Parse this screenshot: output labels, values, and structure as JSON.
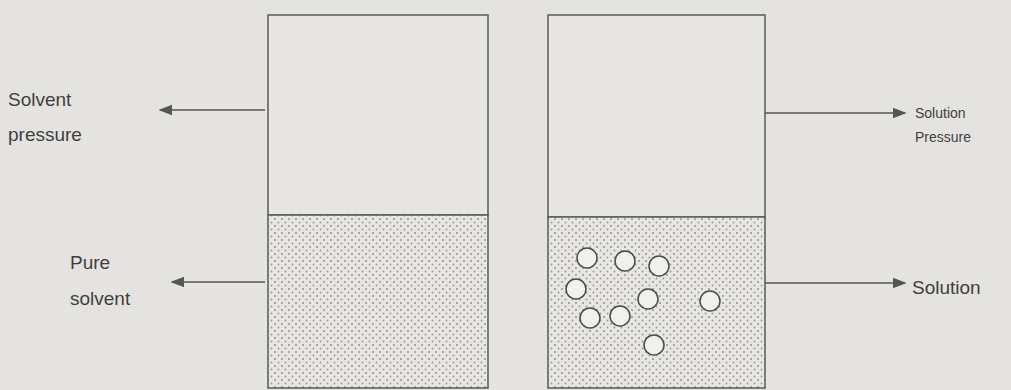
{
  "diagram": {
    "labels": [
      "Solvent pressure",
      "Pure solvent",
      "Solution Pressure",
      "Solution"
    ]
  }
}
